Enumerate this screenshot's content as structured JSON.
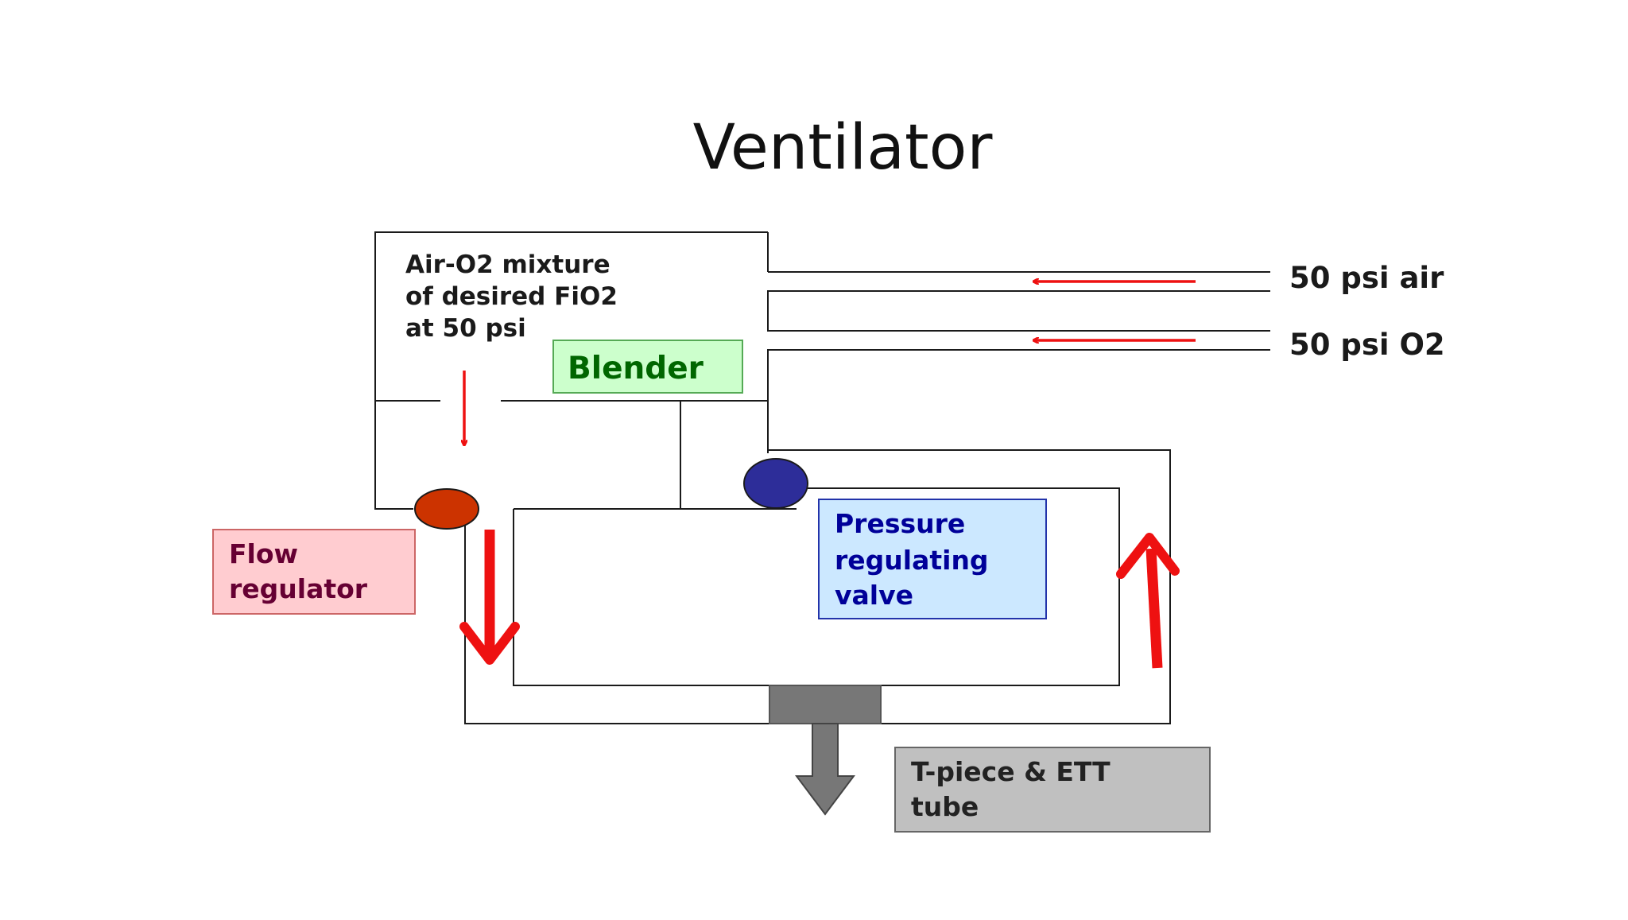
{
  "title": "Ventilator",
  "colors": {
    "line": "#1a1a1a",
    "flow_arrow": "#ee1111",
    "flow_regulator_valve": "#cc3300",
    "pressure_valve": "#2d2d99",
    "blender_fill": "#ccffcc",
    "blender_text": "#006600",
    "flow_regulator_fill": "#ffccd0",
    "flow_regulator_text": "#660033",
    "pressure_fill": "#cce8ff",
    "pressure_text": "#000099",
    "tpiece_fill": "#c0c0c0",
    "tpiece_connector": "#777777"
  },
  "labels": {
    "mixture_line1": "Air-O2 mixture",
    "mixture_line2": "of desired FiO2",
    "mixture_line3": "at 50 psi",
    "blender": "Blender",
    "air_input": "50 psi air",
    "o2_input": "50 psi O2",
    "flow_regulator_line1": "Flow",
    "flow_regulator_line2": "regulator",
    "pressure_valve_line1": "Pressure",
    "pressure_valve_line2": "regulating",
    "pressure_valve_line3": "valve",
    "tpiece_line1": "T-piece & ETT",
    "tpiece_line2": "tube"
  }
}
